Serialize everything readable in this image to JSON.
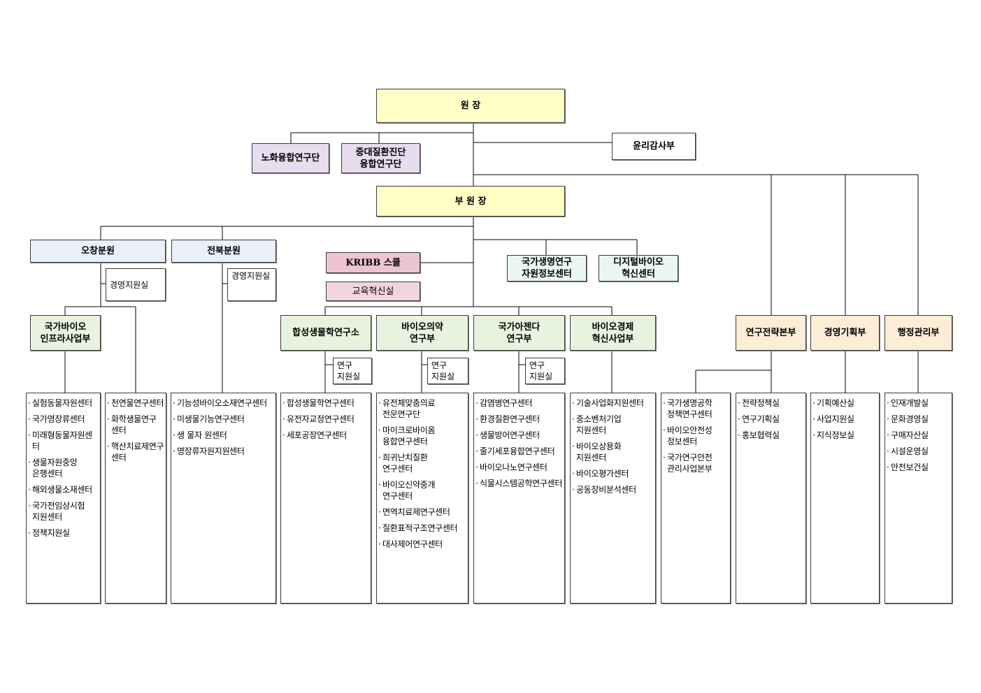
{
  "top": {
    "director": "원          장",
    "vice_director": "부  원  장",
    "aging_group": "노화융합연구단",
    "disease_group": "중대질환진단\n융합연구단",
    "ethics": "윤리감사부"
  },
  "branches": {
    "ochang": "오창분원",
    "ochang_support": "경영지원실",
    "jeonbuk": "전북분원",
    "jeonbuk_support": "경영지원실",
    "kribb_school": "KRIBB  스쿨",
    "education_office": "교육혁신실",
    "bio_resource_center": "국가생명연구\n자원정보센터",
    "digital_bio_center": "디지털바이오\n혁신센터"
  },
  "divisions": {
    "infra": "국가바이오\n인프라사업부",
    "synbio": "합성생물학연구소",
    "biomed": "바이오의약\n연구부",
    "agenda": "국가아젠다\n연구부",
    "bioeco": "바이오경제\n혁신사업부",
    "strategy": "연구전략본부",
    "management": "경영기획부",
    "admin": "행정관리부",
    "research_support": "연구\n지원실"
  },
  "lists": {
    "infra_a": [
      "실험동물자원센터",
      "국가영장류센터",
      "미래형동물자원센터",
      "생물자원중앙\n은행센터",
      "해외생물소재센터",
      "국가전임상시험\n지원센터",
      "정책지원실"
    ],
    "infra_b": [
      "천연물연구센터",
      "화학생물연구\n센터",
      "핵산치료제연구\n센터"
    ],
    "jeonbuk": [
      "기능성바이오소재연구센터",
      "미생물기능연구센터",
      "생 물자 원센터",
      "영장류자원지원센터"
    ],
    "synbio": [
      "합성생물학연구센터",
      "유전자교정연구센터",
      "세포공장연구센터"
    ],
    "biomed": [
      "유전체맞춤의료\n전문연구단",
      "마이크로바이옴\n융합연구센터",
      "희귀난치질환\n연구센터",
      "바이오신약중개\n연구센터",
      "면역치료제연구센터",
      "질환표적구조연구센터",
      "대사제어연구센터"
    ],
    "agenda": [
      "감염병연구센터",
      "환경질환연구센터",
      "생물방어연구센터",
      "줄기세포융합연구센터",
      "바이오나노연구센터",
      "식물시스템공학연구센터"
    ],
    "bioeco": [
      "기술사업화지원센터",
      "중소벤처기업\n지원센터",
      "바이오상용화\n지원센터",
      "바이오평가센터",
      "공동장비분석센터"
    ],
    "strategy_a": [
      "국가생명공학\n정책연구센터",
      "바이오안전성\n정보센터",
      "국가연구안전\n관리사업본부"
    ],
    "strategy_b": [
      "전략정책실",
      "연구기획실",
      "홍보협력실"
    ],
    "management": [
      "기획예산실",
      "사업지원실",
      "지식정보실"
    ],
    "admin": [
      "인재개발실",
      "문화경영실",
      "구매자산실",
      "시설운영실",
      "안전보건실"
    ]
  }
}
